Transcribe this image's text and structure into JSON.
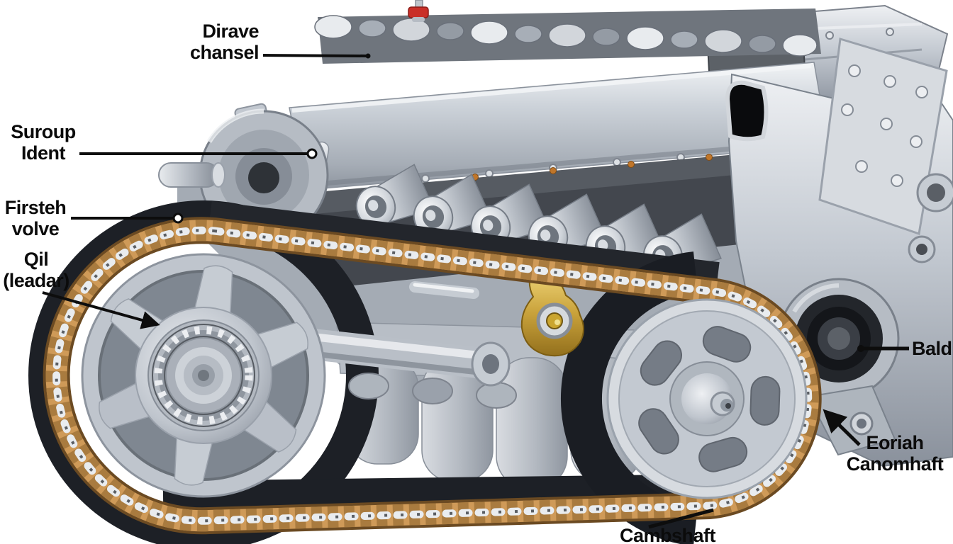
{
  "page": {
    "background": "#ffffff",
    "description": "Labeled 3D illustration of an inline engine with timing chain, two sprocket wheels, chain guides and a gold tensioner"
  },
  "labels": {
    "drive_channel": {
      "line1": "Dirave",
      "line2": "chansel"
    },
    "sump_ident": {
      "line1": "Suroup",
      "line2": "Ident"
    },
    "first_valve": {
      "line1": "Firsteh",
      "line2": "volve"
    },
    "oil_leader": {
      "line1": "Qil",
      "line2": "(leadar)"
    },
    "bald": {
      "line1": "Bald"
    },
    "front_camshaft": {
      "line1": "Eoriah",
      "line2": "Canomhaft"
    },
    "camshaft": {
      "line1": "Cambshaft"
    }
  },
  "colors": {
    "label_text": "#0b0b0b",
    "leader_line": "#0d0d0d",
    "chain_link": "#cf9a58",
    "chain_link_dark": "#a97b3f",
    "chain_roller": "#e9ecef",
    "chain_guide": "#1d2026",
    "engine_silver": "#c3c9d1",
    "engine_shadow": "#868d97",
    "tensioner_gold": "#c9a23b",
    "sensor_red": "#c92f28"
  }
}
